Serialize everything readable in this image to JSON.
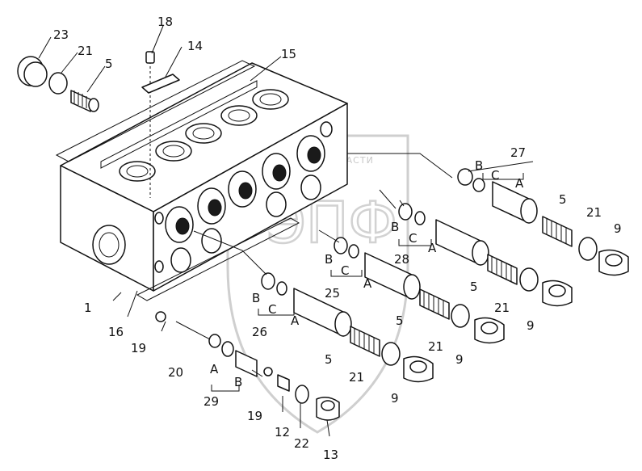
{
  "watermark": {
    "text": "ТЕХНИКА И ЗАПЧАСТИ",
    "logo": "ЭПФ"
  },
  "labels": {
    "p23": "23",
    "p21a": "21",
    "p5a": "5",
    "p18": "18",
    "p14": "14",
    "p15": "15",
    "p27": "27",
    "p27B": "B",
    "p27C": "C",
    "p27A": "A",
    "p5b": "5",
    "p21b": "21",
    "p9a": "9",
    "p28B": "B",
    "p28C": "C",
    "p28": "28",
    "p28A": "A",
    "p5c": "5",
    "p21c": "21",
    "p9b": "9",
    "p25B": "B",
    "p25C": "C",
    "p25": "25",
    "p25A": "A",
    "p5d": "5",
    "p21d": "21",
    "p9c": "9",
    "p26B": "B",
    "p26C": "C",
    "p26": "26",
    "p26A": "A",
    "p5e": "5",
    "p21e": "21",
    "p9d": "9",
    "p1": "1",
    "p16": "16",
    "p19a": "19",
    "p20": "20",
    "p29A": "A",
    "p29B": "B",
    "p29": "29",
    "p19b": "19",
    "p12": "12",
    "p22": "22",
    "p13": "13"
  }
}
